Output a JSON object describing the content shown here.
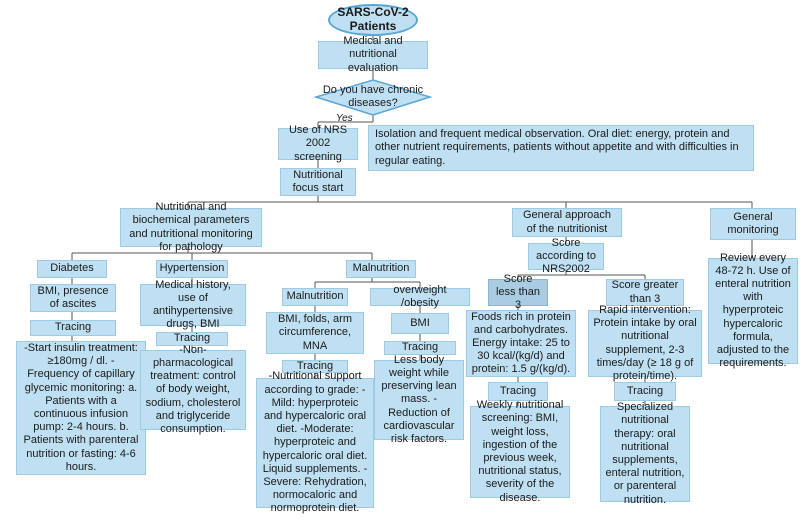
{
  "start": "SARS-CoV-2 Patients",
  "evaluation": "Medical and nutritional evaluation",
  "question": "Do you have chronic diseases?",
  "yes_label": "Yes",
  "nrs_screening": "Use of NRS 2002 screening",
  "isolation": "Isolation and frequent medical observation. Oral diet: energy, protein and other nutrient requirements, patients without appetite and with difficulties in regular eating.",
  "focus": "Nutritional focus start",
  "branches": {
    "biochem": "Nutritional and biochemical parameters and nutritional monitoring for pathology",
    "approach": "General approach of the nutritionist",
    "monitoring": "General monitoring"
  },
  "diabetes": {
    "title": "Diabetes",
    "params": "BMI, presence of ascites",
    "tracing": "Tracing",
    "detail": "-Start insulin treatment: ≥180mg / dl. -Frequency of capillary glycemic monitoring: a. Patients with a continuous infusion pump: 2-4 hours. b. Patients with parenteral nutrition or fasting: 4-6 hours."
  },
  "hypertension": {
    "title": "Hypertension",
    "params": "Medical history, use of antihypertensive drugs, BMI",
    "tracing": "Tracing",
    "detail": "-Non-pharmacological treatment: control of body weight, sodium, cholesterol and triglyceride consumption."
  },
  "malnutrition_group": {
    "title": "Malnutrition",
    "malnutrition": {
      "title": "Malnutrition",
      "params": "BMI, folds, arm circumference, MNA",
      "tracing": "Tracing",
      "detail": "-Nutritional support according to grade: -Mild: hyperproteic and hypercaloric oral diet. -Moderate: hyperproteic and hypercaloric oral diet. Liquid supplements. -Severe: Rehydration, normocaloric and normoprotein diet."
    },
    "obesity": {
      "title": "overweight /obesity",
      "params": "BMI",
      "tracing": "Tracing",
      "detail": "Less body weight while preserving lean mass. -Reduction of cardiovascular risk factors."
    }
  },
  "nrs": {
    "score_box": "Score according to NRS2002",
    "less": {
      "title": "Score less than 3",
      "detail": "Foods rich in protein and carbohydrates. Energy intake: 25 to 30 kcal/(kg/d) and protein: 1.5 g/(kg/d).",
      "tracing": "Tracing",
      "followup": "Weekly nutritional screening: BMI, weight loss, ingestion of the previous week, nutritional status, severity of the disease."
    },
    "greater": {
      "title": "Score greater than 3",
      "detail": "Rapid intervention: Protein intake by oral nutritional supplement, 2-3 times/day (≥ 18 g of protein/time).",
      "tracing": "Tracing",
      "followup": "Specialized nutritional therapy: oral nutritional supplements, enteral nutrition, or parenteral nutrition."
    }
  },
  "review": "Review every 48-72 h. Use of enteral nutrition with hyperproteic hypercaloric formula, adjusted to the requirements."
}
